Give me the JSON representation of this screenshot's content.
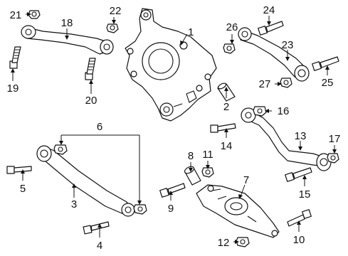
{
  "diagram": {
    "callouts": [
      {
        "id": "1",
        "text": "1"
      },
      {
        "id": "2",
        "text": "2"
      },
      {
        "id": "3",
        "text": "3"
      },
      {
        "id": "4",
        "text": "4"
      },
      {
        "id": "5",
        "text": "5"
      },
      {
        "id": "6",
        "text": "6"
      },
      {
        "id": "7",
        "text": "7"
      },
      {
        "id": "8",
        "text": "8"
      },
      {
        "id": "9",
        "text": "9"
      },
      {
        "id": "10",
        "text": "10"
      },
      {
        "id": "11",
        "text": "11"
      },
      {
        "id": "12",
        "text": "12"
      },
      {
        "id": "13",
        "text": "13"
      },
      {
        "id": "14",
        "text": "14"
      },
      {
        "id": "15",
        "text": "15"
      },
      {
        "id": "16",
        "text": "16"
      },
      {
        "id": "17",
        "text": "17"
      },
      {
        "id": "18",
        "text": "18"
      },
      {
        "id": "19",
        "text": "19"
      },
      {
        "id": "20",
        "text": "20"
      },
      {
        "id": "21",
        "text": "21"
      },
      {
        "id": "22",
        "text": "22"
      },
      {
        "id": "23",
        "text": "23"
      },
      {
        "id": "24",
        "text": "24"
      },
      {
        "id": "25",
        "text": "25"
      },
      {
        "id": "26",
        "text": "26"
      },
      {
        "id": "27",
        "text": "27"
      }
    ]
  }
}
